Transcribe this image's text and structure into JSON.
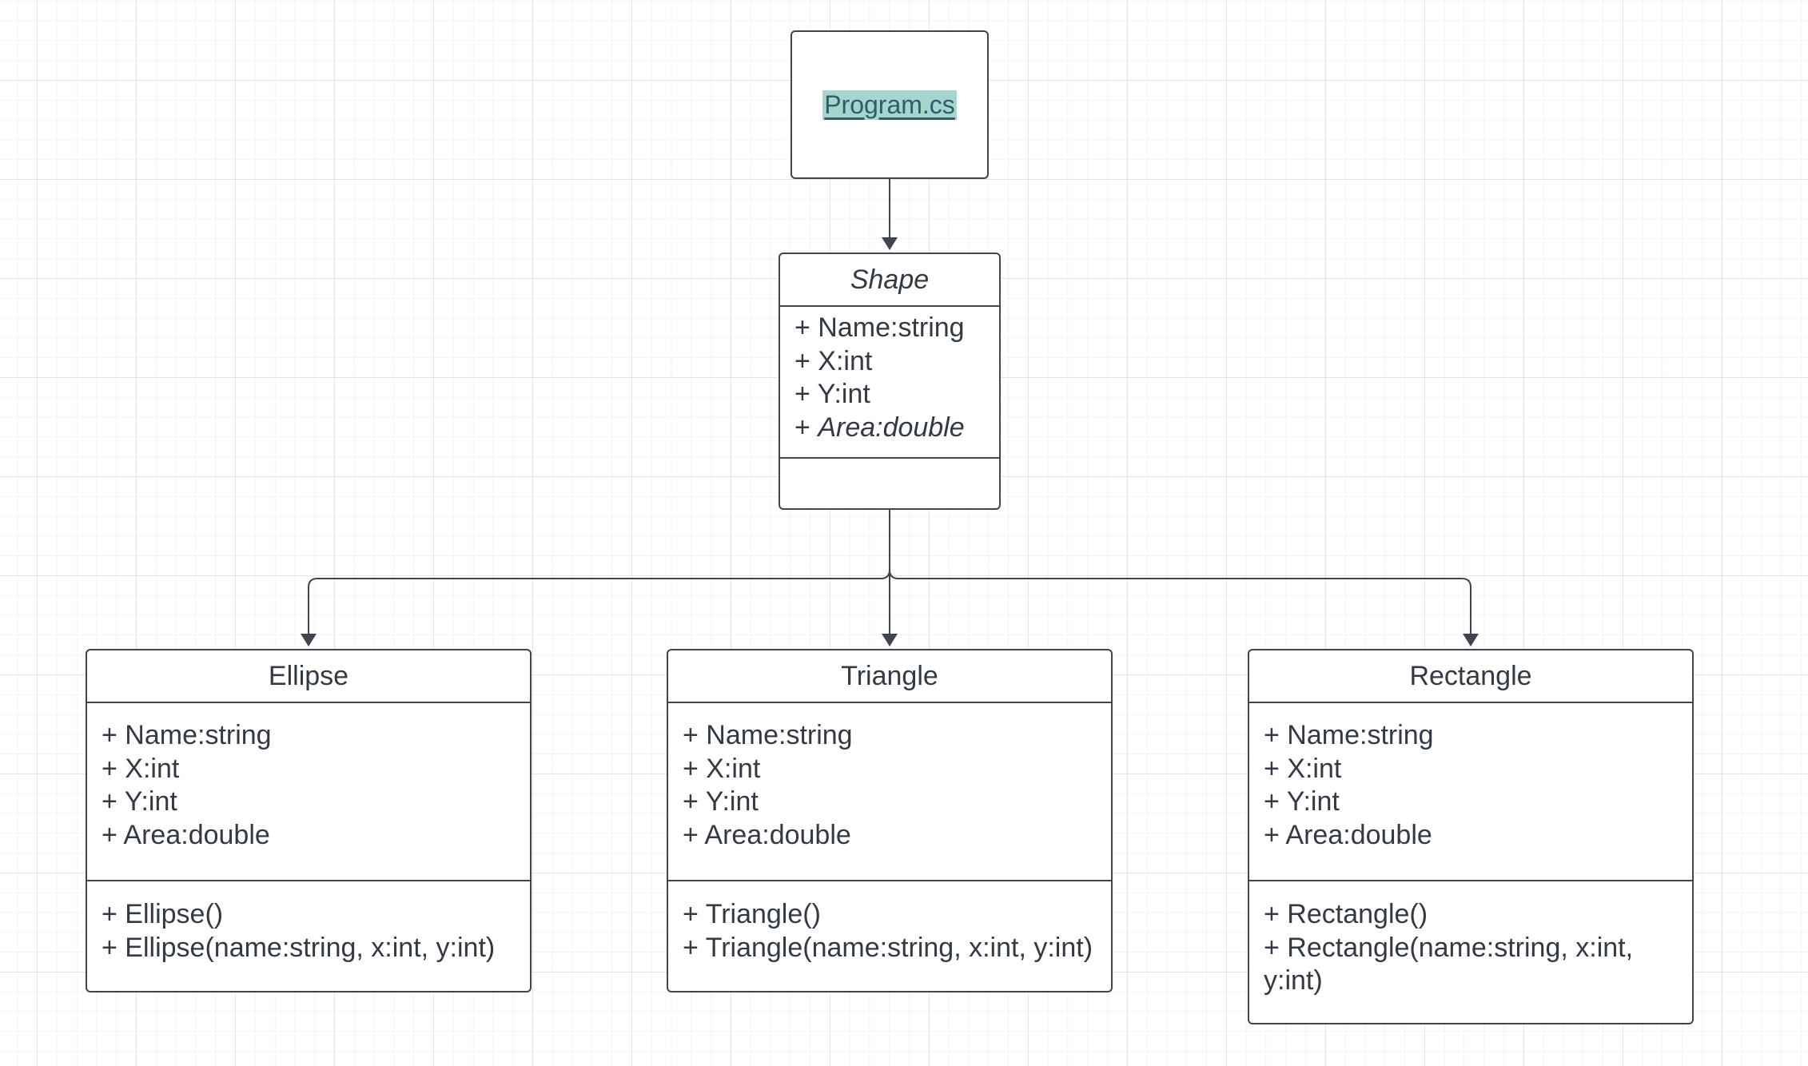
{
  "note": {
    "label": "Program.cs"
  },
  "classes": {
    "shape": {
      "name": "Shape",
      "attributes": [
        "+ Name:string",
        "+ X:int",
        "+ Y:int"
      ],
      "abstract_attribute": {
        "prefix": "+ ",
        "text": "Area:double"
      },
      "methods": []
    },
    "ellipse": {
      "name": "Ellipse",
      "attributes": [
        "+ Name:string",
        "+ X:int",
        "+ Y:int",
        "+ Area:double"
      ],
      "methods": [
        "+ Ellipse()",
        "+ Ellipse(name:string, x:int, y:int)"
      ]
    },
    "triangle": {
      "name": "Triangle",
      "attributes": [
        "+ Name:string",
        "+ X:int",
        "+ Y:int",
        "+ Area:double"
      ],
      "methods": [
        "+ Triangle()",
        "+ Triangle(name:string, x:int, y:int)"
      ]
    },
    "rectangle": {
      "name": "Rectangle",
      "attributes": [
        "+ Name:string",
        "+ X:int",
        "+ Y:int",
        "+ Area:double"
      ],
      "methods": [
        "+ Rectangle()",
        "+ Rectangle(name:string, x:int, y:int)"
      ]
    }
  },
  "colors": {
    "line": "#3f4652",
    "text": "#333a44",
    "note_highlight": "#a6d5d0",
    "note_text": "#2f5f66",
    "grid": "#e2e4e8"
  }
}
